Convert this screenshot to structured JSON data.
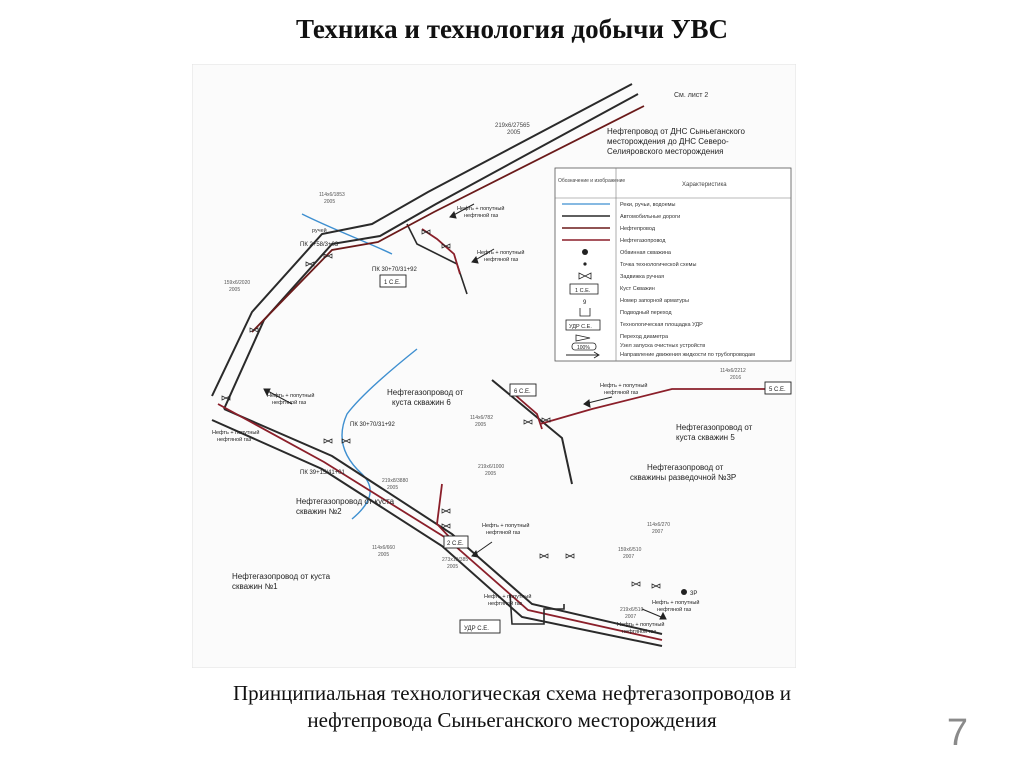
{
  "slide": {
    "title": "Техника  и  технология добычи УВС",
    "caption_line1": "Принципиальная технологическая схема нефтегазопроводов и",
    "caption_line2": "нефтепровода Сыньеганского месторождения",
    "page_number": "7"
  },
  "scheme": {
    "sheet_ref": "См. лист 2",
    "oil_pipeline_label": "Нефтепровод от ДНС Сыньеганского месторождения до ДНС Северо-Селияровского месторождения",
    "oil_pipeline_label_lines": [
      "Нефтепровод от ДНС Сыньеганского",
      "месторождения до ДНС Северо-",
      "Селияровского месторождения"
    ],
    "road_year": "219х6/27565",
    "road_year2": "2005",
    "flow_label_lines": [
      "Нефть + попутный",
      "нефтяной газ"
    ],
    "pipe_6_label": [
      "Нефтегазопровод от",
      "куста скважин 6"
    ],
    "pipe_5_label": [
      "Нефтегазопровод от",
      "куста скважин 5"
    ],
    "pipe_2_label": [
      "Нефтегазопровод от куста",
      "скважин №2"
    ],
    "pipe_1_label": [
      "Нефтегазопровод от куста",
      "скважин №1"
    ],
    "pipe_3r_label": [
      "Нефтегазопровод от",
      "скважины разведочной №3Р"
    ],
    "pk_labels": [
      "ПК 2+58/3+03",
      "ПК 30+70/31+92",
      "ПК 30+70/31+92",
      "ПК 39+15/41+01"
    ],
    "pads": [
      "1 С.Е.",
      "6 С.Е.",
      "5 С.Е.",
      "2 С.Е.",
      "УДР С.Е."
    ],
    "river": "ручей",
    "legend": {
      "header_col1": "Обозначение и изображение",
      "header_col2": "Характеристика",
      "rows": [
        "Реки, ручьи, водоемы",
        "Автомобильные дороги",
        "Нефтепровод",
        "Нефтегазопровод",
        "Обвинная скважина",
        "Точка технологической схемы",
        "Задвижка ручная",
        "Куст Скважин",
        "Номер запорной арматуры",
        "Подводный переход",
        "Технологическая площадка УДР",
        "Переход диаметра",
        "Узел запуска очистных устройств",
        "Направление движения жидкости по трубопроводам"
      ]
    },
    "pipe_specs": [
      "114х6/1853",
      "2005",
      "159х6/2020",
      "2005",
      "114х6/782",
      "2005",
      "114х6/2212",
      "2016",
      "219х6/1000",
      "2005",
      "219х8/3880",
      "2005",
      "114х6/660",
      "2005",
      "273х10/385",
      "2005",
      "114х6/270",
      "2007",
      "159х6/510",
      "2007",
      "219х6/510",
      "2007"
    ],
    "legend_samples": [
      "1 С.Е.",
      "9",
      "УДР С.Е.",
      "100%"
    ],
    "well_3r": "3Р"
  },
  "colors": {
    "road": "#2a2a2a",
    "oil": "#6b1a1a",
    "oilgas": "#8b1f2a",
    "river": "#3e8fd0"
  }
}
